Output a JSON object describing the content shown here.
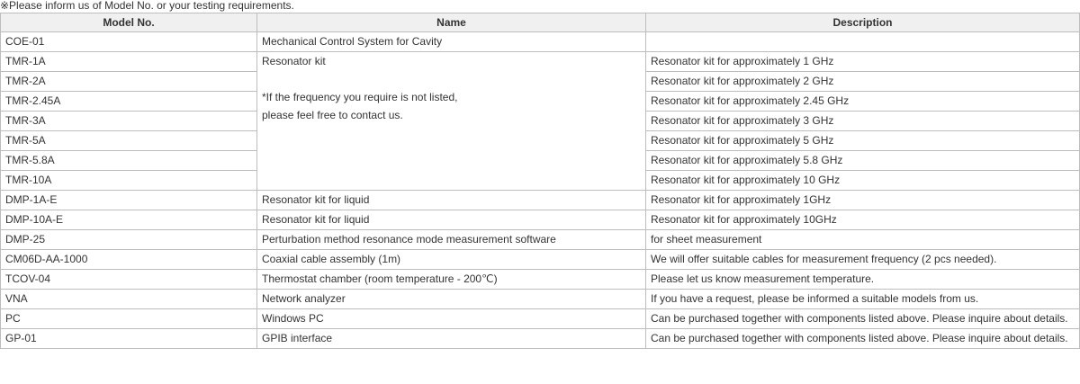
{
  "note": "※Please inform us of Model No. or your testing requirements.",
  "headers": {
    "model": "Model No.",
    "name": "Name",
    "description": "Description"
  },
  "rows": [
    {
      "model": "COE-01",
      "name": "Mechanical Control System for Cavity",
      "description": ""
    },
    {
      "model": "TMR-1A",
      "description": "Resonator kit for approximately 1 GHz"
    },
    {
      "model": "TMR-2A",
      "description": "Resonator kit for approximately 2 GHz"
    },
    {
      "model": "TMR-2.45A",
      "description": "Resonator kit for approximately 2.45 GHz"
    },
    {
      "model": "TMR-3A",
      "description": "Resonator kit for approximately 3 GHz"
    },
    {
      "model": "TMR-5A",
      "description": "Resonator kit for approximately 5 GHz"
    },
    {
      "model": "TMR-5.8A",
      "description": "Resonator kit for approximately 5.8 GHz"
    },
    {
      "model": "TMR-10A",
      "description": "Resonator kit for approximately 10 GHz"
    },
    {
      "model": "DMP-1A-E",
      "name": "Resonator kit for liquid",
      "description": "Resonator kit for approximately 1GHz"
    },
    {
      "model": "DMP-10A-E",
      "name": "Resonator kit for liquid",
      "description": "Resonator kit for approximately 10GHz"
    },
    {
      "model": "DMP-25",
      "name": "Perturbation method resonance mode measurement software",
      "description": "for sheet measurement"
    },
    {
      "model": "CM06D-AA-1000",
      "name": "Coaxial cable assembly (1m)",
      "description": "We will offer suitable cables for measurement frequency (2 pcs needed)."
    },
    {
      "model": "TCOV-04",
      "name": "Thermostat chamber (room temperature - 200℃)",
      "description": "Please let us know measurement temperature."
    },
    {
      "model": "VNA",
      "name": "Network analyzer",
      "description": "If you have a request, please be informed a suitable models from us."
    },
    {
      "model": "PC",
      "name": "Windows PC",
      "description": "Can be purchased together with components listed above. Please inquire about details."
    },
    {
      "model": "GP-01",
      "name": "GPIB interface",
      "description": "Can be purchased together with components listed above. Please inquire about details."
    }
  ],
  "tmr_group": {
    "name": "Resonator kit",
    "note_line1": "*If the frequency you require is not listed,",
    "note_line2": "please feel free to contact us."
  }
}
